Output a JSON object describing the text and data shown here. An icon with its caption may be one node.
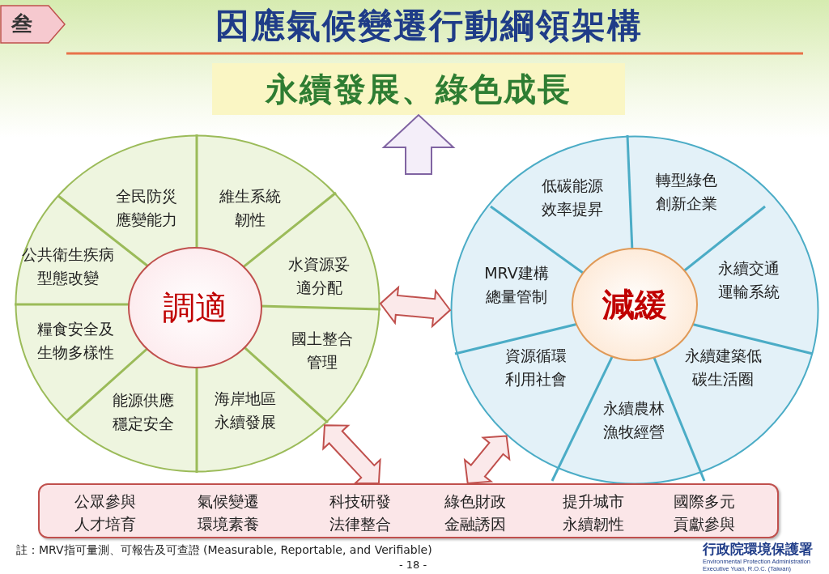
{
  "diagram": {
    "title": "因應氣候變遷行動綱領架構",
    "nodes": [
      {
        "text": [
          "永續發展、綠色成長"
        ]
      },
      {
        "text": [],
        "shape": "circle"
      },
      {
        "text": [
          "調適"
        ],
        "in": 1
      },
      {
        "text": [
          "全民防災應變能力"
        ],
        "in": 1
      },
      {
        "text": [
          "維生系統韌性"
        ],
        "in": 1
      },
      {
        "text": [
          "公共衛生疾病型態改變"
        ],
        "in": 1
      },
      {
        "text": [
          "水資源妥適分配"
        ],
        "in": 1
      },
      {
        "text": [
          "糧食安全及生物多樣性"
        ],
        "in": 1
      },
      {
        "text": [
          "國土整合管理"
        ],
        "in": 1
      },
      {
        "text": [
          "能源供應穩定安全"
        ],
        "in": 1
      },
      {
        "text": [
          "海岸地區永續發展"
        ],
        "in": 1
      },
      {
        "text": [],
        "shape": "circle"
      },
      {
        "text": [
          "減緩"
        ],
        "in": 11
      },
      {
        "text": [
          "低碳能源效率提昇"
        ],
        "in": 11
      },
      {
        "text": [
          "轉型綠色創新企業"
        ],
        "in": 11
      },
      {
        "text": [
          "MRV建構總量管制"
        ],
        "in": 11
      },
      {
        "text": [
          "永續交通運輸系統"
        ],
        "in": 11
      },
      {
        "text": [
          "資源循環利用社會"
        ],
        "in": 11
      },
      {
        "text": [
          "永續建築低碳生活圈"
        ],
        "in": 11
      },
      {
        "text": [
          "永續農林漁牧經營"
        ],
        "in": 11
      },
      {
        "text": [
          "公眾參與人才培育",
          "氣候變遷環境素養",
          "科技研發法律整合",
          "綠色財政金融誘因",
          "提升城市永續韌性",
          "國際多元貢獻參與"
        ]
      }
    ],
    "edges": [
      {
        "from": null,
        "to": 0,
        "arrow": "to",
        "color": "#8064a2"
      },
      {
        "from": 1,
        "to": 11,
        "arrow": "both"
      },
      {
        "from": 1,
        "to": 20,
        "arrow": "both"
      },
      {
        "from": 11,
        "to": 20,
        "arrow": "both"
      }
    ],
    "labels": [
      "叁",
      "註：MRV指可量測、可報告及可查證 (Measurable, Reportable, and Verifiable)",
      "- 18 -",
      "行政院環境保護署",
      "Environmental Protection Administration Executive Yuan, R.O.C. (Taiwan)"
    ]
  }
}
